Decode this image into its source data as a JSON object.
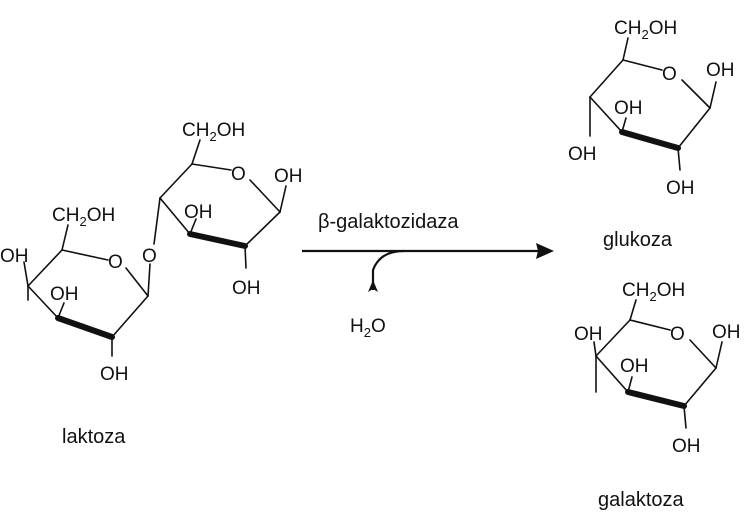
{
  "labels": {
    "ch2oh": "CH",
    "ch2oh_sub": "2",
    "ch2oh_tail": "OH",
    "oh": "OH",
    "o": "O",
    "h2o_h": "H",
    "h2o_sub": "2",
    "h2o_o": "O"
  },
  "reaction": {
    "enzyme": "β-galaktozidaza"
  },
  "compounds": {
    "reactant": "laktoza",
    "product_1": "glukoza",
    "product_2": "galaktoza"
  },
  "colors": {
    "ink": "#111111",
    "background": "#ffffff"
  }
}
